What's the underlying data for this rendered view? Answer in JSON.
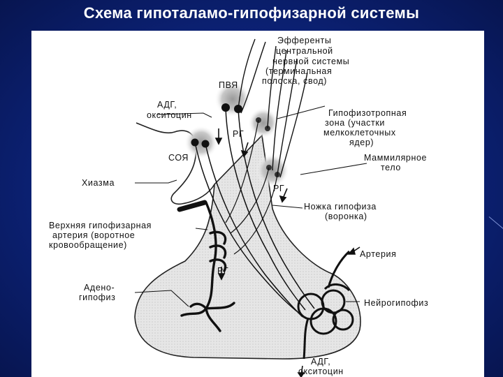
{
  "slide": {
    "title": "Схема гипоталамо-гипофизарной системы",
    "background_color": "#0c2277",
    "figure_background": "#ffffff"
  },
  "diagram": {
    "labels": {
      "efferents": [
        "Эфференты",
        "центральной",
        "нервной системы",
        "(терминальная",
        "полоска, свод)"
      ],
      "pvn": "ПВЯ",
      "adh_top": [
        "АДГ,",
        "окситоцин"
      ],
      "hypophysiotropic": [
        "Гипофизотропная",
        "зона (участки",
        "мелкоклеточных",
        "ядер)"
      ],
      "rg1": "РГ",
      "son": "СОЯ",
      "mammillary": [
        "Маммилярное",
        "тело"
      ],
      "rg2": "РГ",
      "chiasm": "Хиазма",
      "stalk": [
        "Ножка гипофиза",
        "(воронка)"
      ],
      "artery_upper": [
        "Верхняя гипофизарная",
        "артерия (воротное",
        "кровообращение)"
      ],
      "rg3": "РГ",
      "artery": "Артерия",
      "adeno": [
        "Адено-",
        "гипофиз"
      ],
      "neuro": "Нейрогипофиз",
      "adh_bottom": [
        "АДГ,",
        "окситоцин"
      ]
    }
  }
}
